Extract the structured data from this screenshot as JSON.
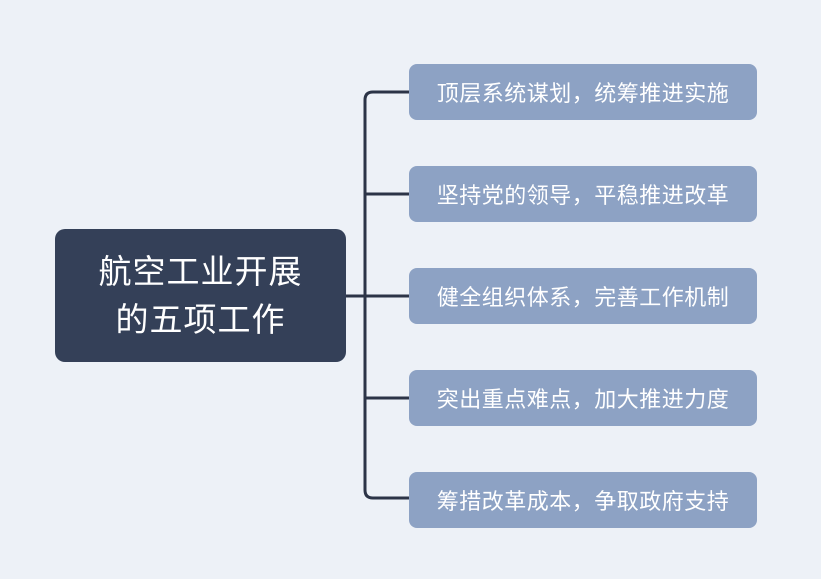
{
  "mindmap": {
    "root": {
      "title": "航空工业开展\n的五项工作"
    },
    "branches": [
      {
        "label": "顶层系统谋划，统筹推进实施"
      },
      {
        "label": "坚持党的领导，平稳推进改革"
      },
      {
        "label": "健全组织体系，完善工作机制"
      },
      {
        "label": "突出重点难点，加大推进力度"
      },
      {
        "label": "筹措改革成本，争取政府支持"
      }
    ],
    "colors": {
      "background": "#edf1f7",
      "root_fill": "#344058",
      "branch_fill": "#8da2c4",
      "connector": "#2c3447",
      "text": "#ffffff"
    }
  }
}
